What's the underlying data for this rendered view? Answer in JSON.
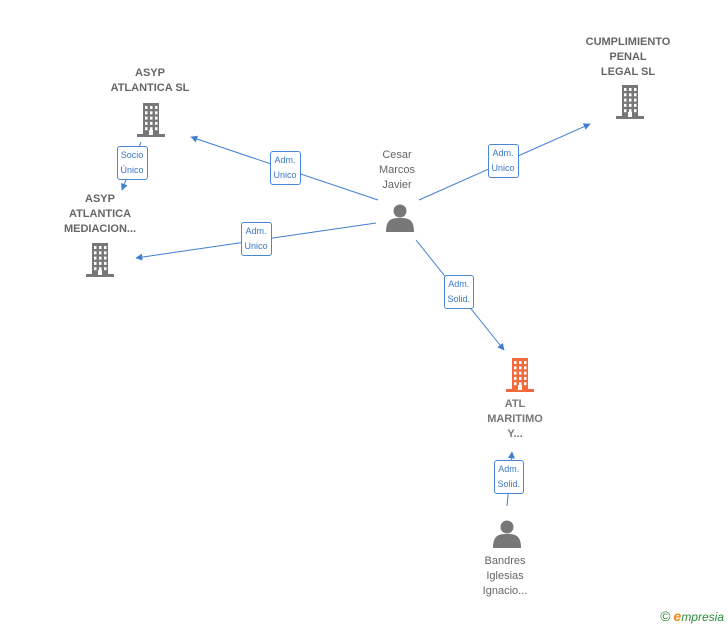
{
  "colors": {
    "edge": "#3f7fd0",
    "company_icon": "#777777",
    "focus_icon": "#f26a3b",
    "person_icon": "#777777"
  },
  "nodes": [
    {
      "id": "asyp_sl",
      "kind": "company",
      "label": "ASYP\nATLANTICA  SL",
      "icon": "building-icon"
    },
    {
      "id": "asyp_med",
      "kind": "company",
      "label": "ASYP\nATLANTICA\nMEDIACION...",
      "icon": "building-icon"
    },
    {
      "id": "cumplimiento",
      "kind": "company",
      "label": "CUMPLIMIENTO\nPENAL\nLEGAL  SL",
      "icon": "building-icon"
    },
    {
      "id": "cesar",
      "kind": "person",
      "label": "Cesar\nMarcos\nJavier",
      "icon": "person-icon"
    },
    {
      "id": "atl",
      "kind": "company",
      "focus": true,
      "label": "ATL\nMARITIMO\nY...",
      "icon": "building-icon"
    },
    {
      "id": "bandres",
      "kind": "person",
      "label": "Bandres\nIglesias\nIgnacio...",
      "icon": "person-icon"
    }
  ],
  "edges": [
    {
      "from": "cesar",
      "to": "asyp_sl",
      "label": "Adm.\nUnico"
    },
    {
      "from": "cesar",
      "to": "asyp_med",
      "label": "Adm.\nUnico"
    },
    {
      "from": "cesar",
      "to": "cumplimiento",
      "label": "Adm.\nUnico"
    },
    {
      "from": "cesar",
      "to": "atl",
      "label": "Adm.\nSolid."
    },
    {
      "from": "asyp_sl",
      "to": "asyp_med",
      "label": "Socio\nÚnico"
    },
    {
      "from": "bandres",
      "to": "atl",
      "label": "Adm.\nSolid."
    }
  ],
  "footer": {
    "copyright": "©",
    "brand_initial": "e",
    "brand_rest": "mpresia"
  }
}
